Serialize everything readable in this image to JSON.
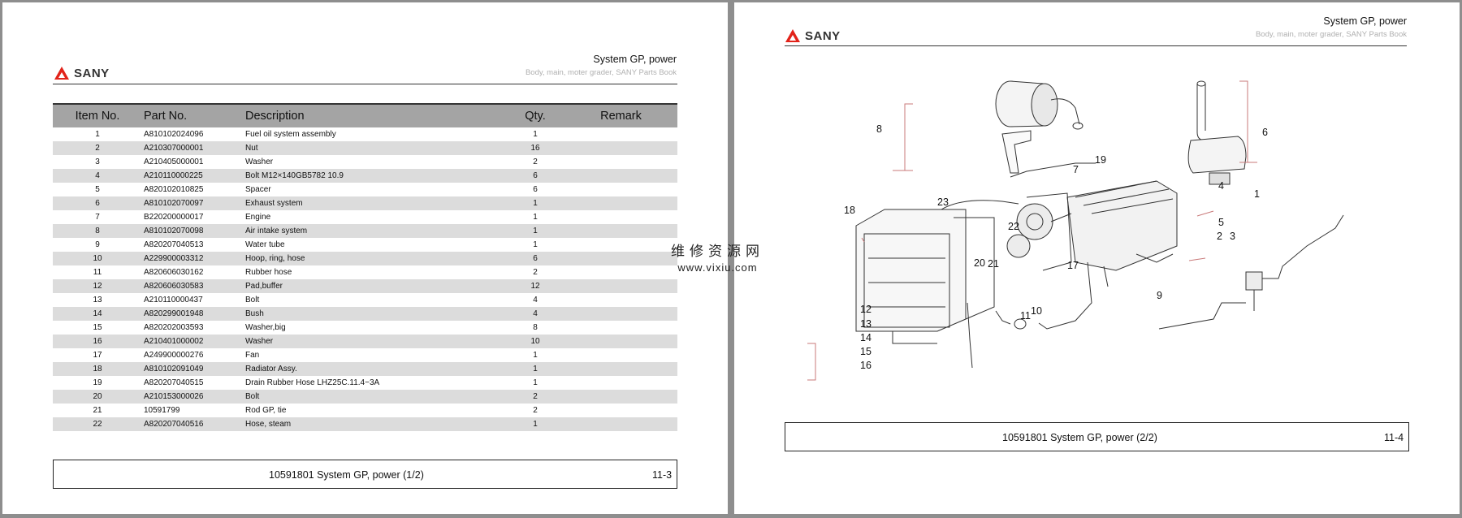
{
  "brand": "SANY",
  "header": {
    "title": "System GP, power",
    "subtitle": "Body, main, moter grader, SANY Parts Book"
  },
  "table": {
    "columns": {
      "item": "Item No.",
      "part": "Part No.",
      "desc": "Description",
      "qty": "Qty.",
      "remark": "Remark"
    },
    "rows": [
      {
        "item": "1",
        "part": "A810102024096",
        "desc": "Fuel oil system assembly",
        "qty": "1"
      },
      {
        "item": "2",
        "part": "A210307000001",
        "desc": "Nut",
        "qty": "16"
      },
      {
        "item": "3",
        "part": "A210405000001",
        "desc": "Washer",
        "qty": "2"
      },
      {
        "item": "4",
        "part": "A210110000225",
        "desc": "Bolt M12×140GB5782 10.9",
        "qty": "6"
      },
      {
        "item": "5",
        "part": "A820102010825",
        "desc": "Spacer",
        "qty": "6"
      },
      {
        "item": "6",
        "part": "A810102070097",
        "desc": "Exhaust system",
        "qty": "1"
      },
      {
        "item": "7",
        "part": "B220200000017",
        "desc": "Engine",
        "qty": "1"
      },
      {
        "item": "8",
        "part": "A810102070098",
        "desc": "Air intake system",
        "qty": "1"
      },
      {
        "item": "9",
        "part": "A820207040513",
        "desc": "Water tube",
        "qty": "1"
      },
      {
        "item": "10",
        "part": "A229900003312",
        "desc": "Hoop, ring, hose",
        "qty": "6"
      },
      {
        "item": "11",
        "part": "A820606030162",
        "desc": "Rubber hose",
        "qty": "2"
      },
      {
        "item": "12",
        "part": "A820606030583",
        "desc": "Pad,buffer",
        "qty": "12"
      },
      {
        "item": "13",
        "part": "A210110000437",
        "desc": "Bolt",
        "qty": "4"
      },
      {
        "item": "14",
        "part": "A820299001948",
        "desc": "Bush",
        "qty": "4"
      },
      {
        "item": "15",
        "part": "A820202003593",
        "desc": "Washer,big",
        "qty": "8"
      },
      {
        "item": "16",
        "part": "A210401000002",
        "desc": "Washer",
        "qty": "10"
      },
      {
        "item": "17",
        "part": "A249900000276",
        "desc": "Fan",
        "qty": "1"
      },
      {
        "item": "18",
        "part": "A810102091049",
        "desc": "Radiator Assy.",
        "qty": "1"
      },
      {
        "item": "19",
        "part": "A820207040515",
        "desc": "Drain Rubber Hose LHZ25C.11.4−3A",
        "qty": "1"
      },
      {
        "item": "20",
        "part": "A210153000026",
        "desc": "Bolt",
        "qty": "2"
      },
      {
        "item": "21",
        "part": "10591799",
        "desc": "Rod GP, tie",
        "qty": "2"
      },
      {
        "item": "22",
        "part": "A820207040516",
        "desc": "Hose, steam",
        "qty": "1"
      }
    ]
  },
  "page1_footer": {
    "caption": "10591801 System GP, power (1/2)",
    "page": "11-3"
  },
  "page2_footer": {
    "caption": "10591801 System GP, power (2/2)",
    "page": "11-4"
  },
  "watermark": {
    "line1": "维修资源网",
    "line2": "www.vixiu.com"
  },
  "callouts": [
    "1",
    "2",
    "3",
    "4",
    "5",
    "6",
    "7",
    "8",
    "9",
    "10",
    "11",
    "12",
    "13",
    "14",
    "15",
    "16",
    "17",
    "18",
    "19",
    "20",
    "21",
    "22",
    "23"
  ],
  "colors": {
    "brand_red": "#e2231a",
    "table_header": "#a4a4a4",
    "row_stripe": "#dcdcdc",
    "viewer_bg": "#8e8e8e"
  }
}
